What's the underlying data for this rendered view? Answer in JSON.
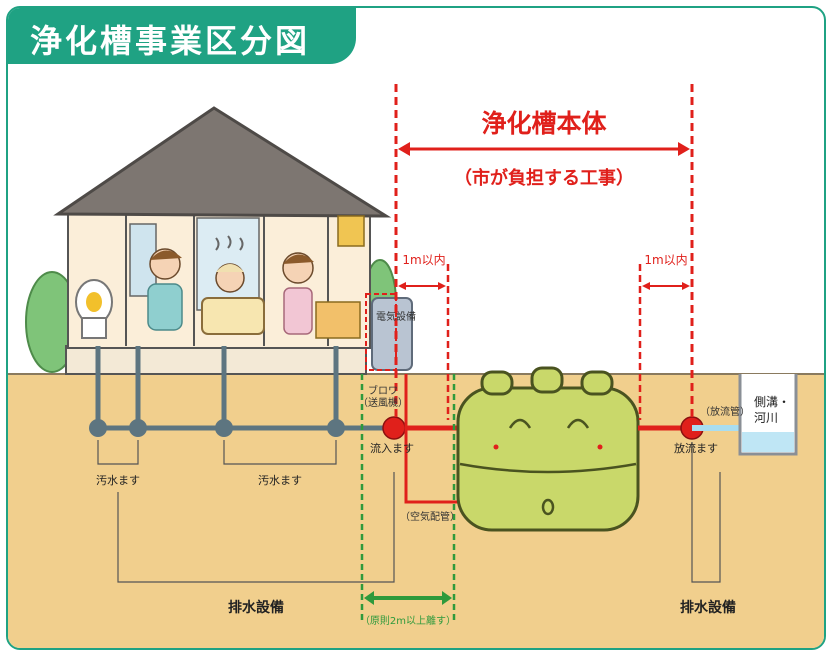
{
  "title": "浄化槽事業区分図",
  "main_span": {
    "title": "浄化槽本体",
    "subtitle": "（市が負担する工事）"
  },
  "labels": {
    "within_1m_left": "1m以内",
    "within_1m_right": "1m以内",
    "electrical": "電気設備",
    "blower_1": "ブロワ",
    "blower_2": "（送風機）",
    "inflow_basin": "流入ます",
    "air_pipe": "（空気配管）",
    "discharge_pipe": "（放流管）",
    "discharge_basin": "放流ます",
    "side_ditch_1": "側溝・",
    "side_ditch_2": "河川",
    "sewage_basin_1": "汚水ます",
    "sewage_basin_2": "汚水ます",
    "drainage_left": "排水設備",
    "drainage_right": "排水設備",
    "distance_rule": "（原則2m以上離す）"
  },
  "colors": {
    "title_bg": "#1fa283",
    "accent_red": "#e0201b",
    "green_dashed": "#2e9a3c",
    "ground": "#f1cf8d",
    "tank": "#c9d86a",
    "pipe": "#5d7580"
  }
}
